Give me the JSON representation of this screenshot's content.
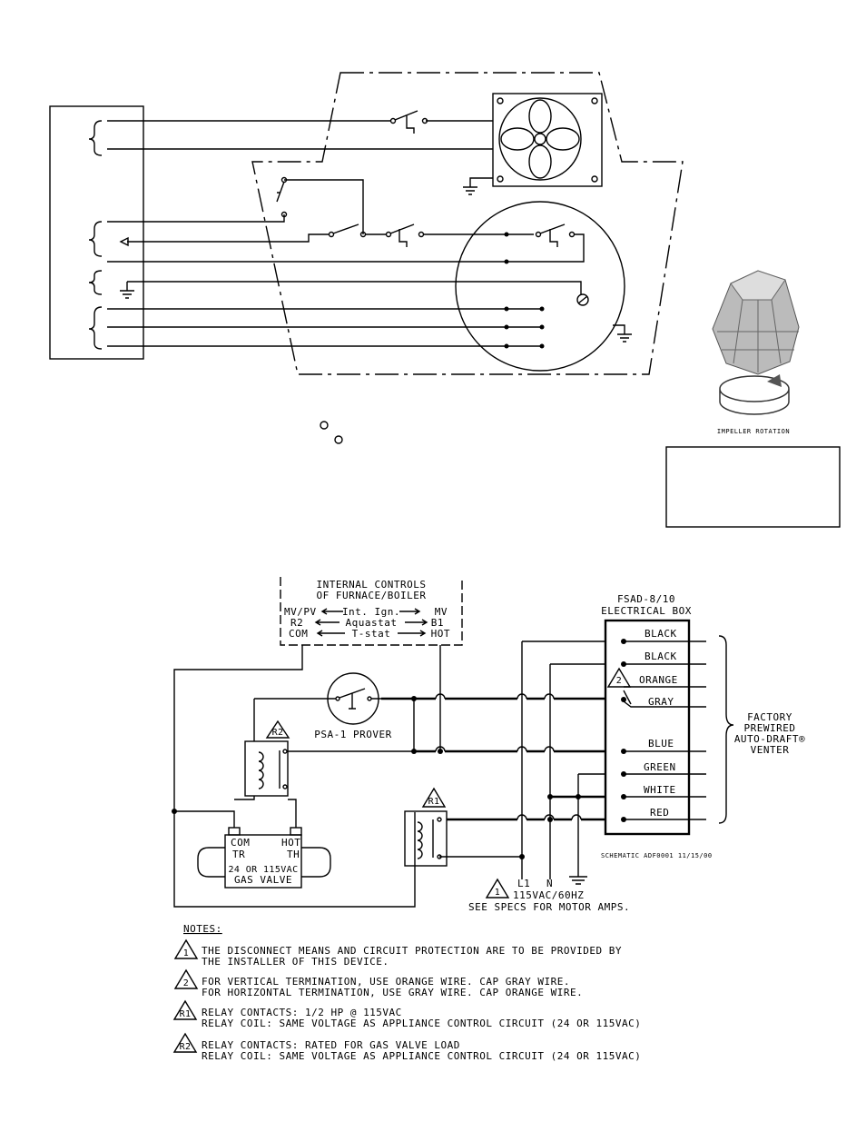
{
  "upper": {
    "impeller_caption": "IMPELLER ROTATION"
  },
  "lower": {
    "internal_controls": {
      "title_line1": "INTERNAL CONTROLS",
      "title_line2": "OF FURNACE/BOILER",
      "rows": [
        {
          "left": "MV/PV",
          "mid": "Int. Ign.",
          "right": "MV"
        },
        {
          "left": "R2",
          "mid": "Aquastat",
          "right": "B1"
        },
        {
          "left": "COM",
          "mid": "T-stat",
          "right": "HOT"
        }
      ]
    },
    "ebox": {
      "title_line1": "FSAD-8/10",
      "title_line2": "ELECTRICAL BOX",
      "wires": [
        "BLACK",
        "BLACK",
        "ORANGE",
        "GRAY",
        "BLUE",
        "GREEN",
        "WHITE",
        "RED"
      ]
    },
    "factory_label": [
      "FACTORY",
      "PREWIRED",
      "AUTO-DRAFT®",
      "VENTER"
    ],
    "prover_label": "PSA-1 PROVER",
    "relay_r1_tag": "R1",
    "relay_r2_tag": "R2",
    "warn_tag_2": "2",
    "gas_valve": {
      "com": "COM",
      "hot": "HOT",
      "tr": "TR",
      "th": "TH",
      "line1": "24 OR 115VAC",
      "line2": "GAS VALVE"
    },
    "supply": {
      "l1": "L1",
      "n": "N",
      "tag": "1",
      "voltage": "115VAC/60HZ",
      "specs": "SEE SPECS FOR MOTOR AMPS."
    },
    "schematic_id": "SCHEMATIC ADF0001  11/15/00",
    "notes_title": "NOTES:",
    "notes": [
      {
        "tag": "1",
        "lines": [
          "THE DISCONNECT MEANS AND CIRCUIT PROTECTION ARE TO BE PROVIDED BY",
          "THE INSTALLER OF THIS DEVICE."
        ]
      },
      {
        "tag": "2",
        "lines": [
          "FOR VERTICAL TERMINATION, USE ORANGE WIRE.  CAP GRAY WIRE.",
          "FOR HORIZONTAL TERMINATION, USE GRAY  WIRE.  CAP ORANGE WIRE."
        ]
      },
      {
        "tag": "R1",
        "lines": [
          "RELAY CONTACTS: 1/2 HP @ 115VAC",
          "RELAY COIL: SAME VOLTAGE AS APPLIANCE CONTROL CIRCUIT (24 OR 115VAC)"
        ]
      },
      {
        "tag": "R2",
        "lines": [
          "RELAY CONTACTS: RATED FOR GAS VALVE LOAD",
          "RELAY COIL: SAME VOLTAGE AS APPLIANCE CONTROL CIRCUIT (24 OR 115VAC)"
        ]
      }
    ]
  }
}
